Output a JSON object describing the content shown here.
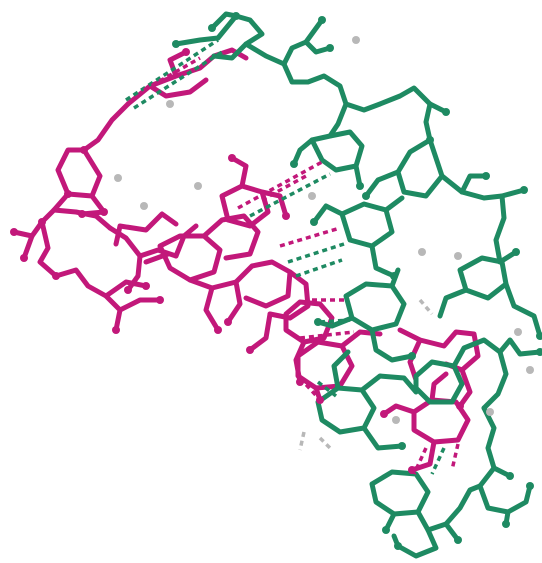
{
  "image": {
    "kind": "molecular-structure-render",
    "background": "#ffffff",
    "strands": [
      {
        "name": "magenta-strand",
        "color": "#c2187a"
      },
      {
        "name": "green-strand",
        "color": "#1e8a62"
      },
      {
        "name": "ligand",
        "color": "#b8b8b8"
      }
    ],
    "hydrogen_bond_style": "dashed"
  }
}
